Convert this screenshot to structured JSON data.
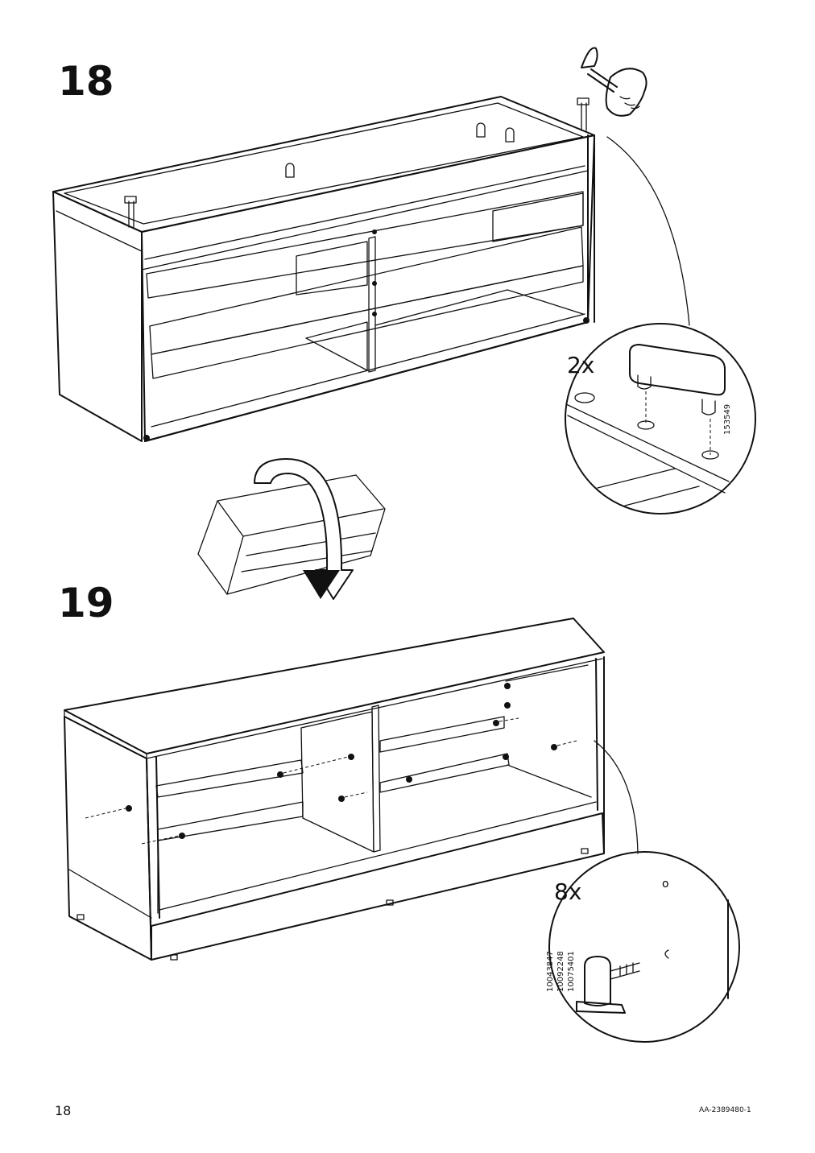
{
  "page": {
    "page_number": "18",
    "document_id": "AA-2389480-1"
  },
  "steps": [
    {
      "number": "18",
      "detail": {
        "quantity": "2x",
        "part_codes": [
          "153549"
        ]
      }
    },
    {
      "number": "19",
      "detail": {
        "quantity": "8x",
        "part_codes": [
          "10043847",
          "10092248",
          "10075401"
        ]
      }
    }
  ]
}
